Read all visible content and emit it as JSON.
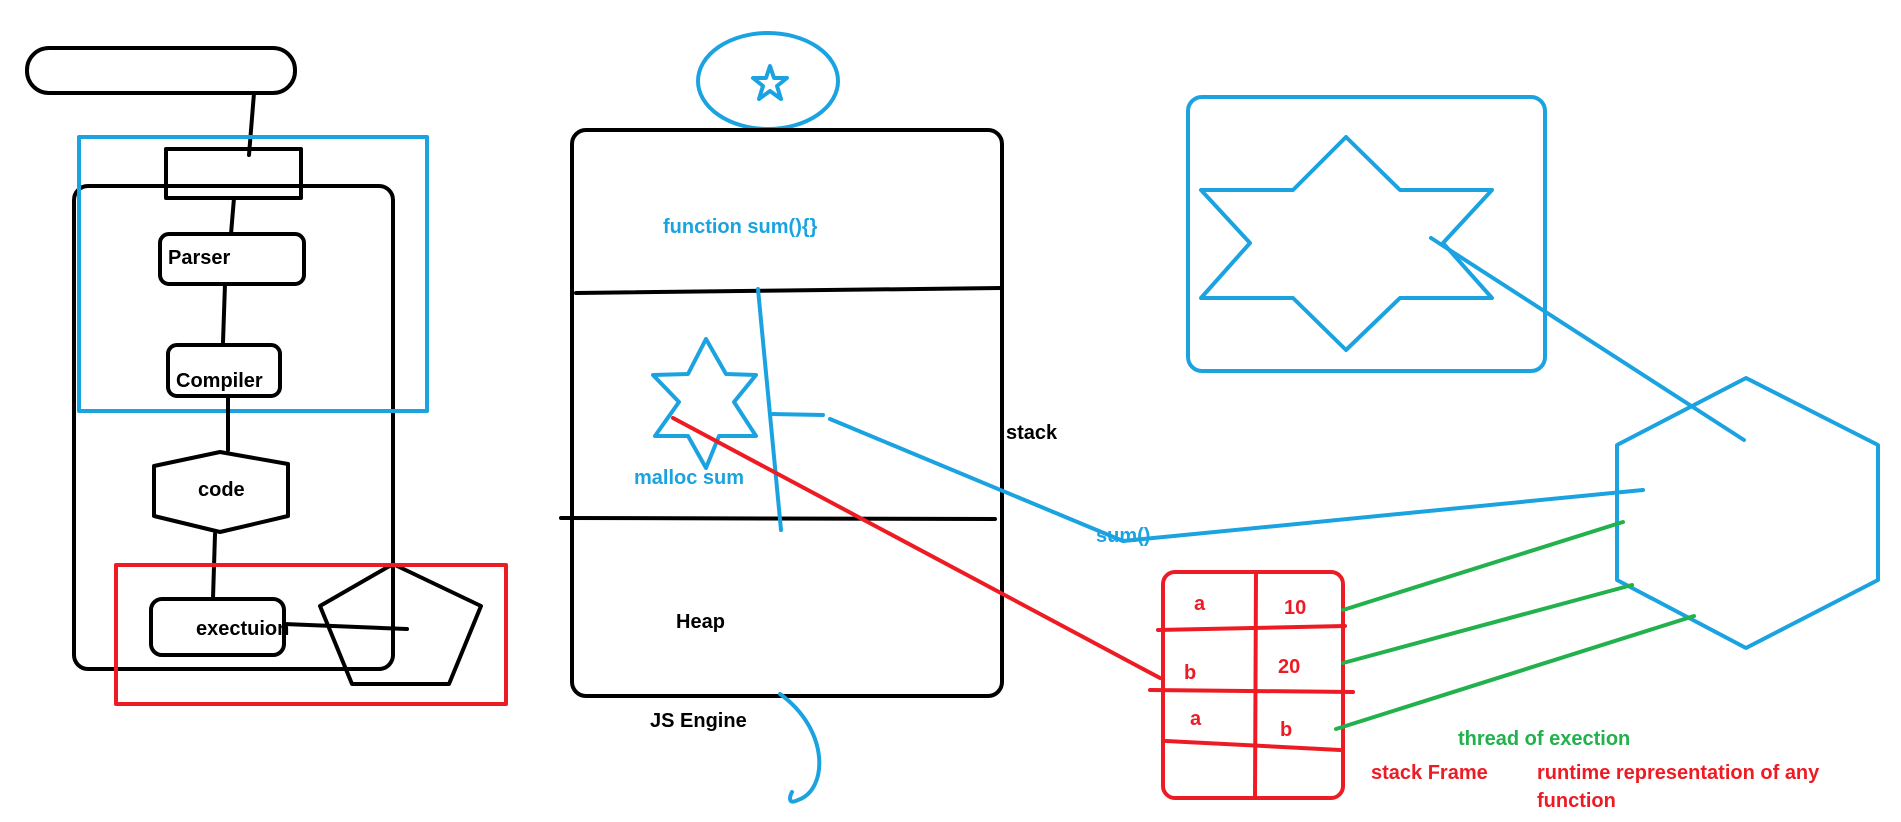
{
  "colors": {
    "black": "#000000",
    "blue": "#1aa3e0",
    "red": "#ed1c24",
    "green": "#22b14c"
  },
  "pipeline": {
    "parser": "Parser",
    "compiler": "Compiler",
    "code": "code",
    "execution": "exectuion"
  },
  "engine": {
    "function_decl": "function sum(){}",
    "malloc": "malloc sum",
    "stack_label": "stack",
    "heap_label": "Heap",
    "caption": "JS Engine"
  },
  "call_label": "sum()",
  "stack_frame": {
    "cells": [
      "a",
      "10",
      "b",
      "20",
      "a",
      "b"
    ],
    "label": "stack Frame"
  },
  "annotations": {
    "thread": "thread of exection",
    "runtime_line1": "runtime representation of any",
    "runtime_line2": "function"
  }
}
